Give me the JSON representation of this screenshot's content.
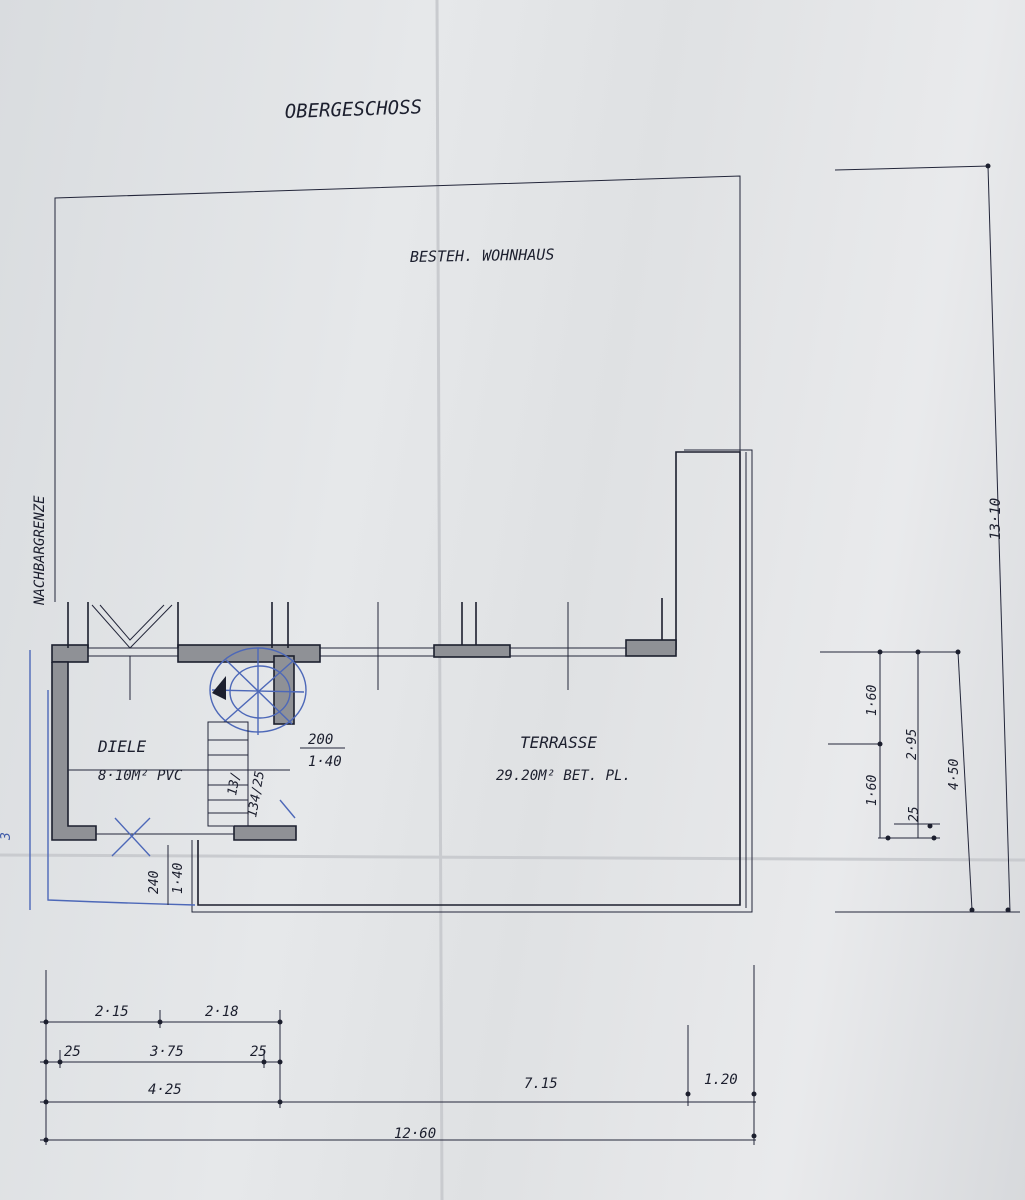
{
  "title": "OBERGESCHOSS",
  "building_label": "BESTEH. WOHNHAUS",
  "neighbor_label": "NACHBARGRENZE",
  "rooms": [
    {
      "name": "DIELE",
      "area": "8·10M² PVC"
    },
    {
      "name": "TERRASSE",
      "area": "29.20M² BET. PL."
    }
  ],
  "stair_dims": {
    "opening_a": "200",
    "opening_b": "1·40",
    "step_a": "13/",
    "step_b": "134/25",
    "lower_a": "240",
    "lower_b": "1·40"
  },
  "right_dims": {
    "total": "13·10",
    "d1": "1·60",
    "d2": "1·60",
    "d3": "25",
    "d4": "2·95",
    "d5": "4·50"
  },
  "bottom_dims": {
    "row1": [
      "2·15",
      "2·18"
    ],
    "row2": [
      "25",
      "3·75",
      "25"
    ],
    "row3": [
      "4·25",
      "7.15",
      "1.20"
    ],
    "total": "12·60"
  }
}
